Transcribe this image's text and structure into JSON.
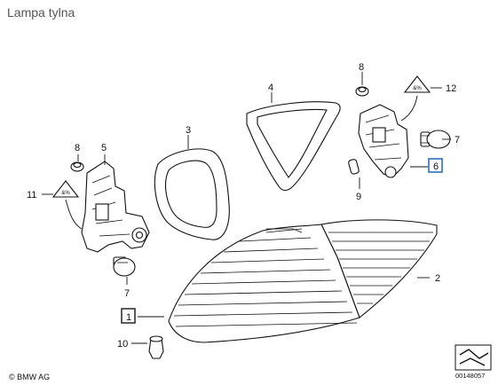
{
  "title": "Lampa tylna",
  "copyright": "© BMW AG",
  "diagram_id": "00148057",
  "colors": {
    "highlight": "#2a6fbf",
    "frame": "#333333",
    "line": "#111111"
  },
  "callouts": [
    {
      "key": "c1",
      "text": "1"
    },
    {
      "key": "c2",
      "text": "2"
    },
    {
      "key": "c3",
      "text": "3"
    },
    {
      "key": "c4",
      "text": "4"
    },
    {
      "key": "c5",
      "text": "5"
    },
    {
      "key": "c6",
      "text": "6"
    },
    {
      "key": "c7a",
      "text": "7"
    },
    {
      "key": "c7b",
      "text": "7"
    },
    {
      "key": "c8a",
      "text": "8"
    },
    {
      "key": "c8b",
      "text": "8"
    },
    {
      "key": "c9",
      "text": "9"
    },
    {
      "key": "c10",
      "text": "10"
    },
    {
      "key": "c11",
      "text": "11"
    },
    {
      "key": "c12",
      "text": "12"
    }
  ],
  "icons": [
    "warning-triangle-icon",
    "page-corner-icon"
  ]
}
